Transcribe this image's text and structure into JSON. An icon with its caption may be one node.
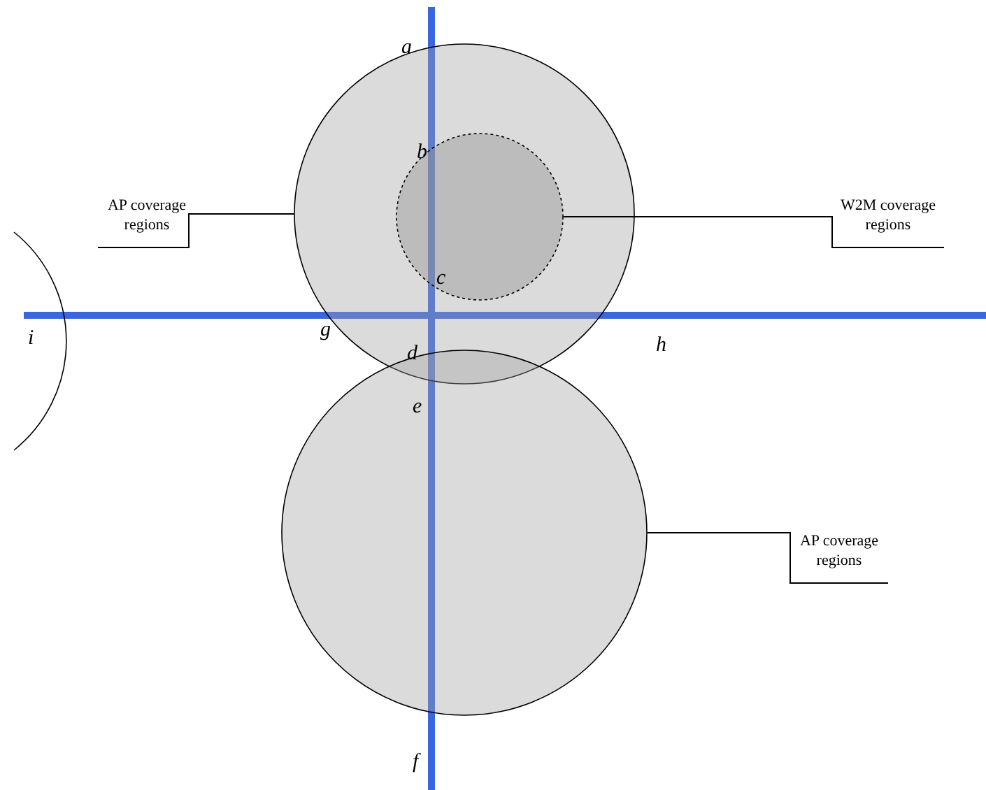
{
  "diagram": {
    "nodes": [
      {
        "text": [],
        "shape": "circle"
      },
      {
        "text": [],
        "shape": "circle",
        "in": 0
      },
      {
        "text": [
          "AP coverage regions"
        ]
      },
      {
        "text": [
          "W2M coverage regions"
        ]
      },
      {
        "text": [],
        "shape": "circle"
      },
      {
        "text": [
          "AP coverage regions"
        ]
      }
    ],
    "edges": [
      {
        "from": 2,
        "to": 0,
        "arrow": "none"
      },
      {
        "from": 3,
        "to": 1,
        "arrow": "none"
      },
      {
        "from": 5,
        "to": 4,
        "arrow": "none"
      }
    ],
    "labels": [
      "a",
      "b",
      "c",
      "i",
      "g",
      "h",
      "d",
      "e",
      "f"
    ]
  }
}
